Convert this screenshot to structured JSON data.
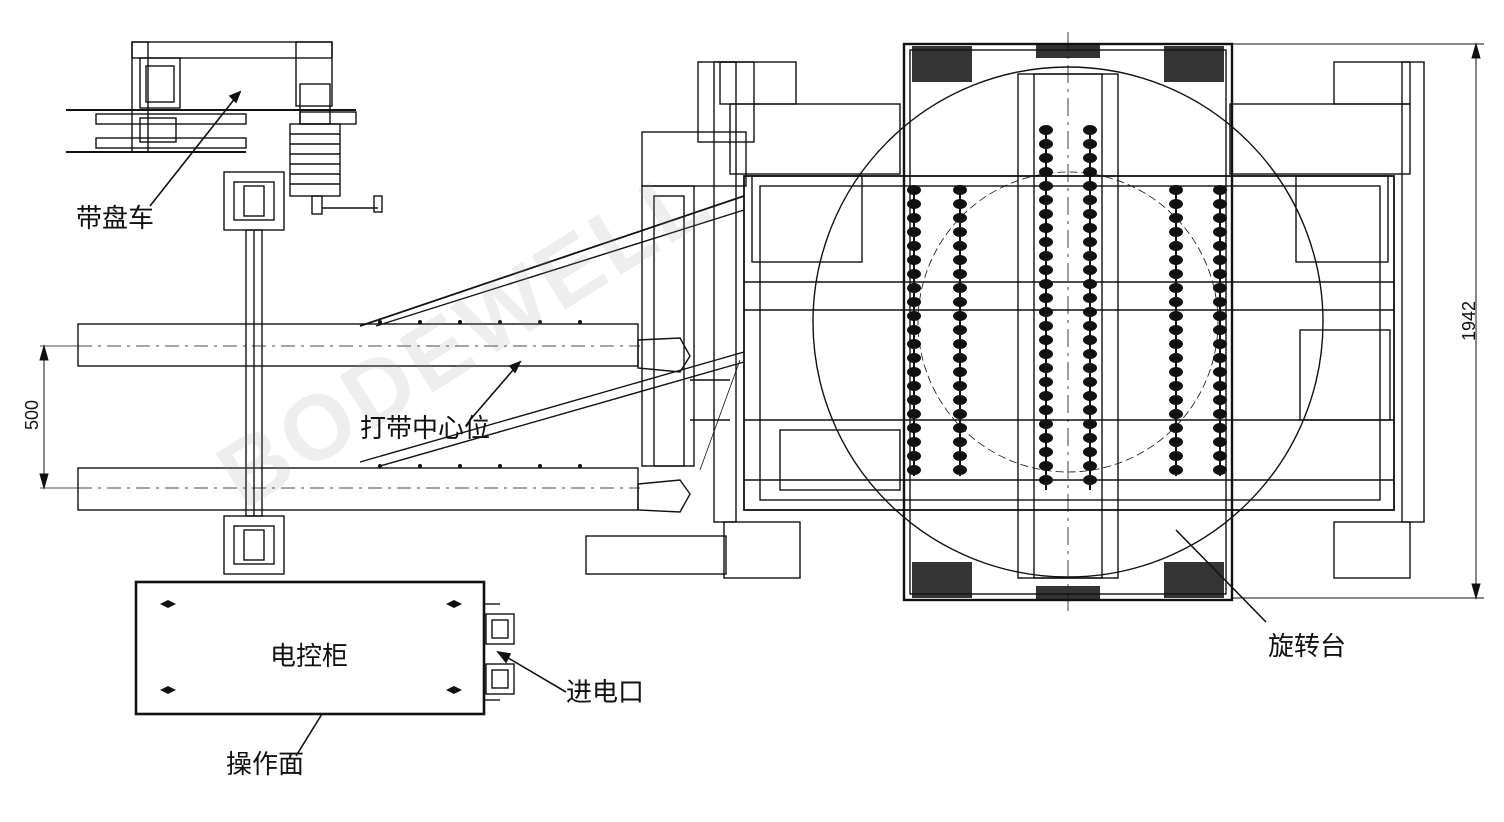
{
  "labels": {
    "tape_reel_cart": "带盘车",
    "strapping_center": "打带中心位",
    "control_cabinet": "电控柜",
    "power_inlet": "进电口",
    "operating_face": "操作面",
    "turntable": "旋转台"
  },
  "dimensions": {
    "width_between_rails": "500",
    "turntable_height": "1942"
  },
  "watermark": {
    "brand": "BODEWELL"
  },
  "colors": {
    "line": "#111111",
    "background": "#ffffff",
    "watermark": "#9a9a9a"
  }
}
